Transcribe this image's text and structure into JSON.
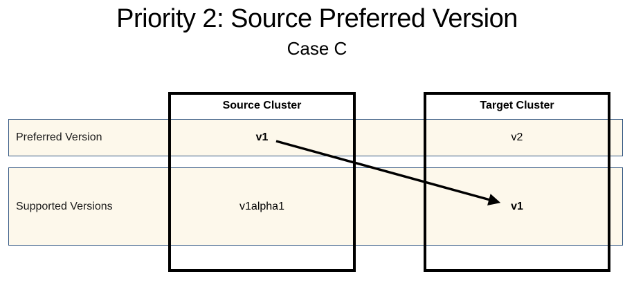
{
  "title": "Priority 2: Source Preferred Version",
  "subtitle": "Case C",
  "clusters": {
    "source": {
      "header": "Source Cluster"
    },
    "target": {
      "header": "Target Cluster"
    }
  },
  "rows": {
    "preferred": {
      "label": "Preferred Version"
    },
    "supported": {
      "label": "Supported Versions"
    }
  },
  "cells": {
    "source_preferred": "v1",
    "target_preferred": "v2",
    "source_supported": "v1alpha1",
    "target_supported": "v1"
  },
  "arrow": {
    "from": "source_preferred",
    "to": "target_supported"
  },
  "colors": {
    "row_fill": "#fdf8eb",
    "row_border": "#315581",
    "cluster_border": "#000000",
    "arrow": "#000000",
    "text": "#000000"
  }
}
